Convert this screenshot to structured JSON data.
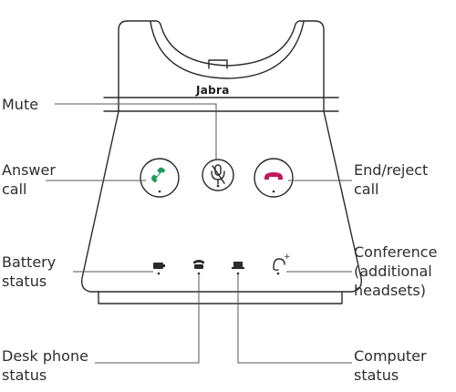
{
  "device": {
    "brand": "Jabra"
  },
  "labels": {
    "mute": "Mute",
    "answer_call": "Answer\ncall",
    "end_reject_call": "End/reject\ncall",
    "battery_status": "Battery\nstatus",
    "conference": "Conference\n(additional\nheadsets)",
    "desk_phone_status": "Desk phone\nstatus",
    "computer_status": "Computer\nstatus"
  },
  "colors": {
    "answer_icon": "#1f9a5a",
    "end_icon": "#c2185b",
    "outline": "#2b2b2b"
  },
  "icons": {
    "answer": "phone-answer-icon",
    "mute": "microphone-muted-icon",
    "end": "phone-hangup-icon",
    "battery": "battery-icon",
    "desk_phone": "desk-phone-icon",
    "computer": "computer-icon",
    "conference": "headset-conference-icon"
  }
}
